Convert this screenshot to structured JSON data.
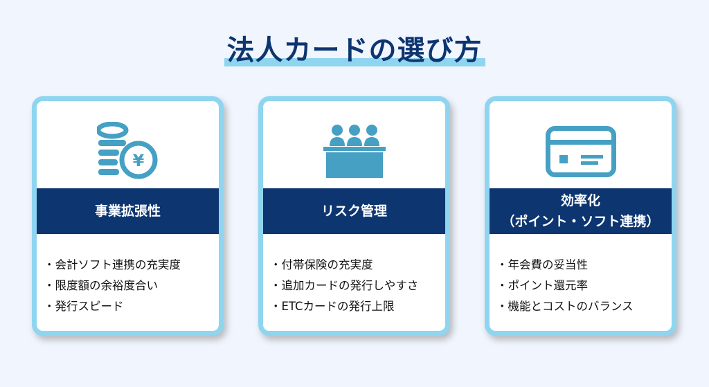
{
  "title": "法人カードの選び方",
  "colors": {
    "navy": "#0d3570",
    "accent": "#8fd5f0",
    "icon": "#45a0c4"
  },
  "cards": [
    {
      "icon": "yen-coins-icon",
      "heading": [
        "事業拡張性"
      ],
      "items": [
        "会計ソフト連携の充実度",
        "限度額の余裕度合い",
        "発行スピード"
      ]
    },
    {
      "icon": "meeting-people-icon",
      "heading": [
        "リスク管理"
      ],
      "items": [
        "付帯保険の充実度",
        "追加カードの発行しやすさ",
        "ETCカードの発行上限"
      ]
    },
    {
      "icon": "credit-card-icon",
      "heading": [
        "効率化",
        "（ポイント・ソフト連携）"
      ],
      "items": [
        "年会費の妥当性",
        "ポイント還元率",
        "機能とコストのバランス"
      ]
    }
  ]
}
